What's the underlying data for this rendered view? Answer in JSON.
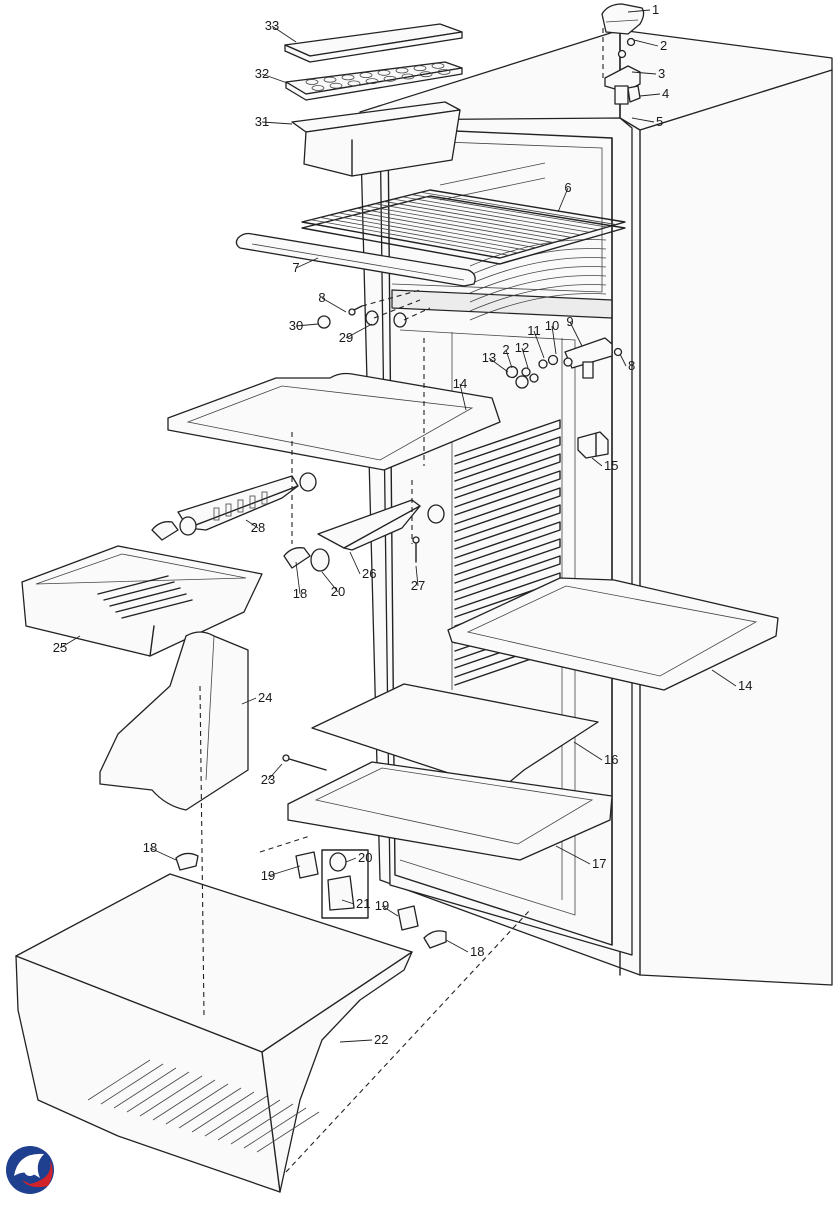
{
  "callouts": [
    {
      "id": "c1",
      "label": "1"
    },
    {
      "id": "c2a",
      "label": "2"
    },
    {
      "id": "c3",
      "label": "3"
    },
    {
      "id": "c4",
      "label": "4"
    },
    {
      "id": "c5",
      "label": "5"
    },
    {
      "id": "c6",
      "label": "6"
    },
    {
      "id": "c7",
      "label": "7"
    },
    {
      "id": "c8a",
      "label": "8"
    },
    {
      "id": "c8b",
      "label": "8"
    },
    {
      "id": "c9",
      "label": "9"
    },
    {
      "id": "c10",
      "label": "10"
    },
    {
      "id": "c11",
      "label": "11"
    },
    {
      "id": "c12",
      "label": "12"
    },
    {
      "id": "c2b",
      "label": "2"
    },
    {
      "id": "c13",
      "label": "13"
    },
    {
      "id": "c14a",
      "label": "14"
    },
    {
      "id": "c14b",
      "label": "14"
    },
    {
      "id": "c15",
      "label": "15"
    },
    {
      "id": "c16",
      "label": "16"
    },
    {
      "id": "c17",
      "label": "17"
    },
    {
      "id": "c18a",
      "label": "18"
    },
    {
      "id": "c18b",
      "label": "18"
    },
    {
      "id": "c18c",
      "label": "18"
    },
    {
      "id": "c19a",
      "label": "19"
    },
    {
      "id": "c19b",
      "label": "19"
    },
    {
      "id": "c20a",
      "label": "20"
    },
    {
      "id": "c20b",
      "label": "20"
    },
    {
      "id": "c21",
      "label": "21"
    },
    {
      "id": "c22",
      "label": "22"
    },
    {
      "id": "c23",
      "label": "23"
    },
    {
      "id": "c24",
      "label": "24"
    },
    {
      "id": "c25",
      "label": "25"
    },
    {
      "id": "c26",
      "label": "26"
    },
    {
      "id": "c27",
      "label": "27"
    },
    {
      "id": "c28",
      "label": "28"
    },
    {
      "id": "c29",
      "label": "29"
    },
    {
      "id": "c30",
      "label": "30"
    },
    {
      "id": "c31",
      "label": "31"
    },
    {
      "id": "c32",
      "label": "32"
    },
    {
      "id": "c33",
      "label": "33"
    }
  ],
  "logo": {
    "icon": "brand-swirl-logo-icon",
    "colors": {
      "blue": "#1f3f8f",
      "red": "#d2232a"
    }
  }
}
